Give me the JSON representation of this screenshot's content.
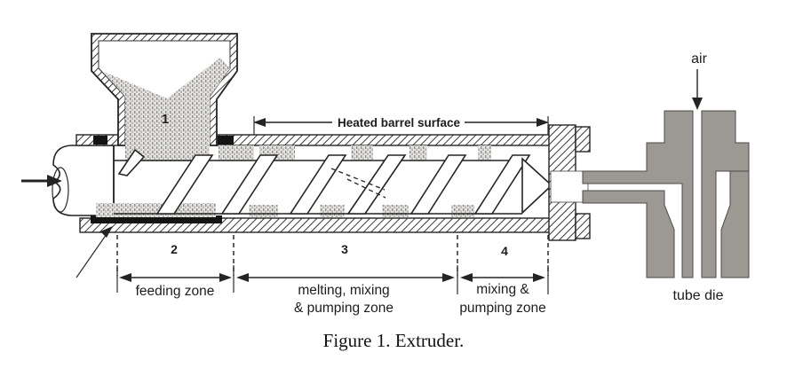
{
  "figure": {
    "caption": "Figure 1. Extruder.",
    "hopper_label": "1",
    "heated_barrel_label": "Heated barrel surface",
    "air_label": "air",
    "tube_die_label": "tube die",
    "zones": [
      {
        "number": "2",
        "line1": "feeding zone",
        "line2": ""
      },
      {
        "number": "3",
        "line1": "melting, mixing",
        "line2": "& pumping zone"
      },
      {
        "number": "4",
        "line1": "mixing &",
        "line2": "pumping zone"
      }
    ],
    "colors": {
      "die_gray": "#9c9893",
      "seal_black": "#141414",
      "ink": "#242424"
    }
  }
}
